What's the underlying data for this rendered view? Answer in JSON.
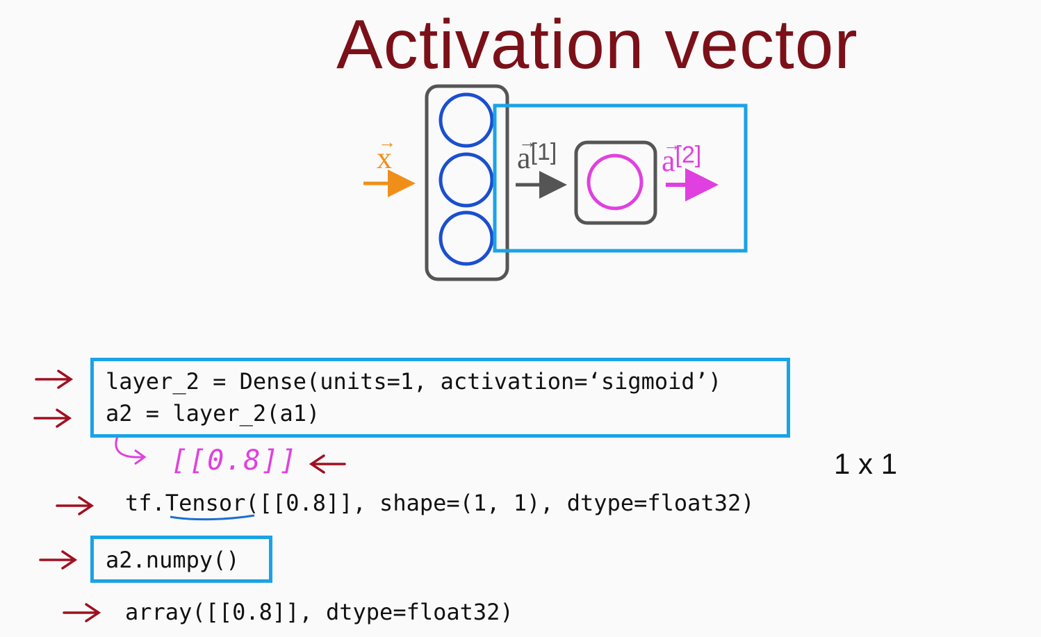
{
  "title": "Activation vector",
  "diagram": {
    "input_label": "x",
    "a1_label": "a",
    "a1_superscript": "[1]",
    "a2_label": "a",
    "a2_superscript": "[2]",
    "colors": {
      "input": "#ef8f1a",
      "layer1_neurons": "#1a4fd0",
      "layer_box": "#555555",
      "highlight_box": "#1aa3e6",
      "output_neuron": "#e040e0",
      "title": "#7b1018",
      "annotation_arrow": "#a01020"
    }
  },
  "code": {
    "line1": "layer_2 = Dense(units=1, activation=‘sigmoid’)",
    "line2": "a2 = layer_2(a1)",
    "tensor_line": "tf.Tensor([[0.8]], shape=(1, 1), dtype=float32)",
    "numpy_call": "a2.numpy()",
    "numpy_result": "array([[0.8]], dtype=float32)"
  },
  "annotations": {
    "handwritten_value": "[[0.8]]",
    "shape_note": "1 x 1"
  }
}
